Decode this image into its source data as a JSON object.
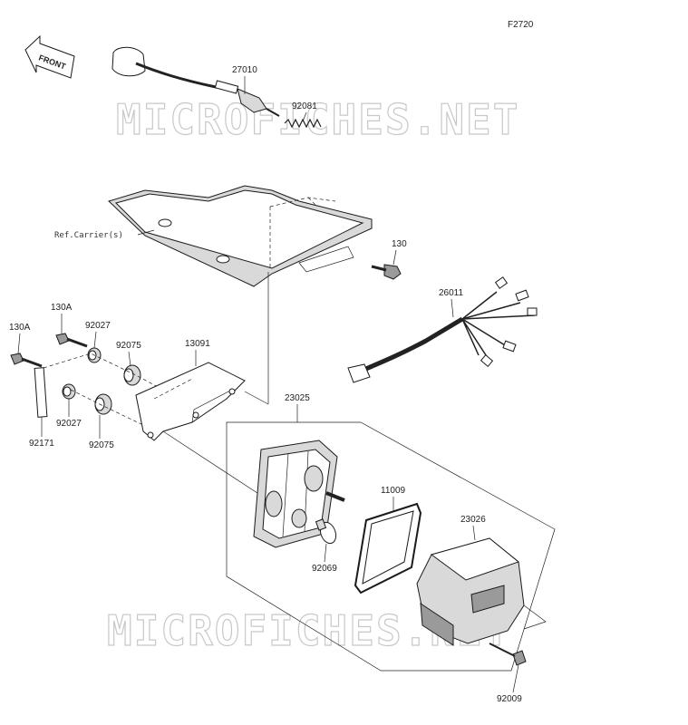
{
  "diagram": {
    "code": "F2720",
    "front_label": "FRONT",
    "watermark": "MICROFICHES.NET",
    "ref_label": "Ref.Carrier(s)",
    "parts": {
      "p27010": "27010",
      "p92081": "92081",
      "p130": "130",
      "p26011": "26011",
      "p130A_1": "130A",
      "p130A_2": "130A",
      "p92027_1": "92027",
      "p92027_2": "92027",
      "p92075_1": "92075",
      "p92075_2": "92075",
      "p13091": "13091",
      "p92171": "92171",
      "p23025": "23025",
      "p11009": "11009",
      "p23026": "23026",
      "p92069": "92069",
      "p92009": "92009"
    }
  }
}
